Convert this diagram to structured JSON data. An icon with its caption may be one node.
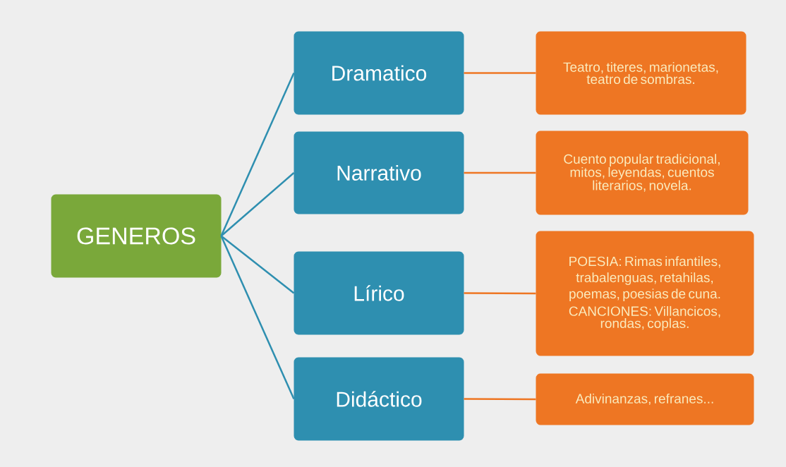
{
  "diagram": {
    "nodes": [
      {
        "text": [
          "GENEROS"
        ]
      },
      {
        "text": [
          "Dramatico"
        ]
      },
      {
        "text": [
          "Teatro, titeres, marionetas, teatro de sombras."
        ]
      },
      {
        "text": [
          "Narrativo"
        ]
      },
      {
        "text": [
          "Cuento popular tradicional, mitos, leyendas, cuentos literarios, novela."
        ]
      },
      {
        "text": [
          "Lírico"
        ]
      },
      {
        "text": [
          "POESIA: Rimas infantiles, trabalenguas, retahilas, poemas, poesias de cuna.",
          "CANCIONES: Villancicos, rondas, coplas."
        ]
      },
      {
        "text": [
          "Didáctico"
        ]
      },
      {
        "text": [
          "Adivinanzas, refranes..."
        ]
      }
    ],
    "edges": [
      {
        "from": 0,
        "to": 1,
        "arrow": "none"
      },
      {
        "from": 0,
        "to": 3,
        "arrow": "none"
      },
      {
        "from": 0,
        "to": 5,
        "arrow": "none"
      },
      {
        "from": 0,
        "to": 7,
        "arrow": "none"
      },
      {
        "from": 1,
        "to": 2,
        "arrow": "none",
        "color": "#ee7623"
      },
      {
        "from": 3,
        "to": 4,
        "arrow": "none",
        "color": "#ee7623"
      },
      {
        "from": 5,
        "to": 6,
        "arrow": "none",
        "color": "#ee7623"
      },
      {
        "from": 7,
        "to": 8,
        "arrow": "none",
        "color": "#ee7623"
      }
    ]
  }
}
